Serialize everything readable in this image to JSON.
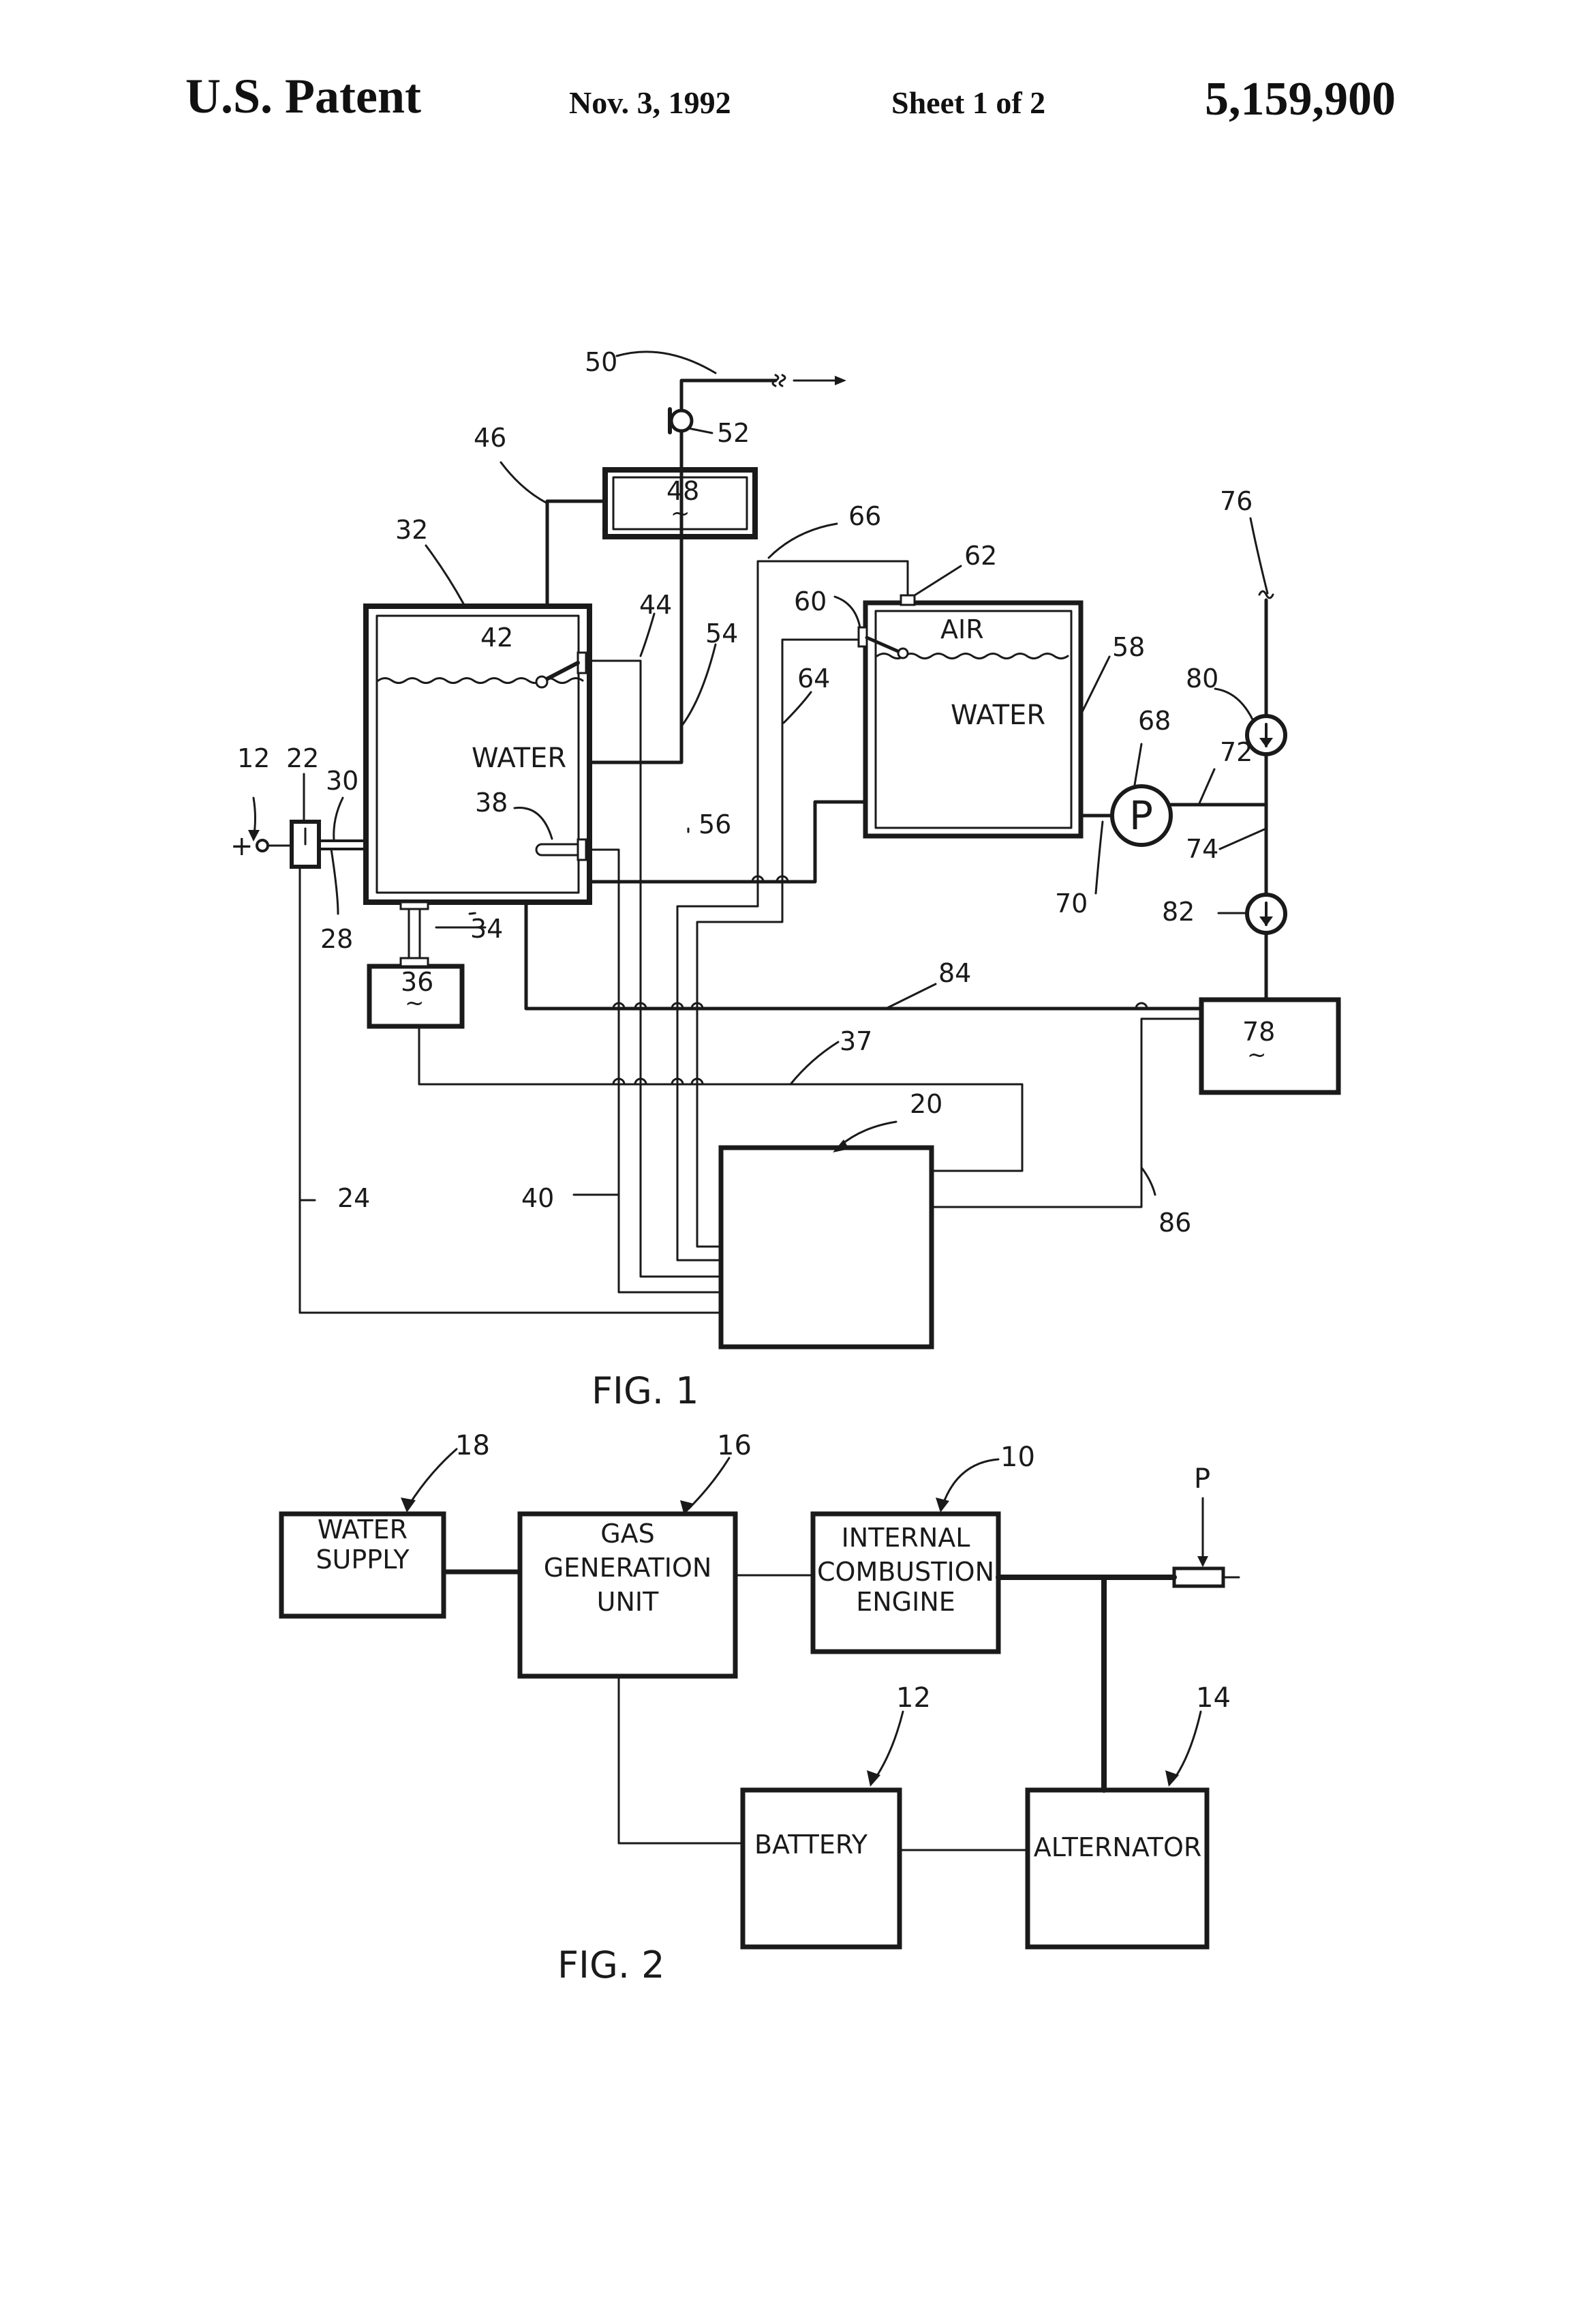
{
  "header": {
    "patent": "U.S. Patent",
    "date": "Nov. 3, 1992",
    "sheet": "Sheet 1 of 2",
    "number": "5,159,900"
  },
  "fig1": {
    "caption": "FIG. 1",
    "tank_water_label": "WATER",
    "tank2_air_label": "AIR",
    "tank2_water_label": "WATER",
    "pump_label": "P",
    "plus_label": "+",
    "tilde": "~",
    "refs": {
      "r12": "12",
      "r20": "20",
      "r22": "22",
      "r24": "24",
      "r28": "28",
      "r30": "30",
      "r32": "32",
      "r34": "34",
      "r36": "36",
      "r37": "37",
      "r38": "38",
      "r40": "40",
      "r42": "42",
      "r44": "44",
      "r46": "46",
      "r48": "48",
      "r50": "50",
      "r52": "52",
      "r54": "54",
      "r56": "56",
      "r58": "58",
      "r60": "60",
      "r62": "62",
      "r64": "64",
      "r66": "66",
      "r68": "68",
      "r70": "70",
      "r72": "72",
      "r74": "74",
      "r76": "76",
      "r78": "78",
      "r80": "80",
      "r82": "82",
      "r84": "84",
      "r86": "86"
    }
  },
  "fig2": {
    "caption": "FIG. 2",
    "water_supply": [
      "WATER",
      "SUPPLY"
    ],
    "gas_unit": [
      "GAS",
      "GENERATION",
      "UNIT"
    ],
    "engine": [
      "INTERNAL",
      "COMBUSTION",
      "ENGINE"
    ],
    "battery": "BATTERY",
    "alternator": "ALTERNATOR",
    "refs": {
      "r10": "10",
      "r12": "12",
      "r14": "14",
      "r16": "16",
      "r18": "18",
      "rP": "P"
    }
  },
  "colors": {
    "ink": "#1a1a1a",
    "paper": "#ffffff"
  }
}
